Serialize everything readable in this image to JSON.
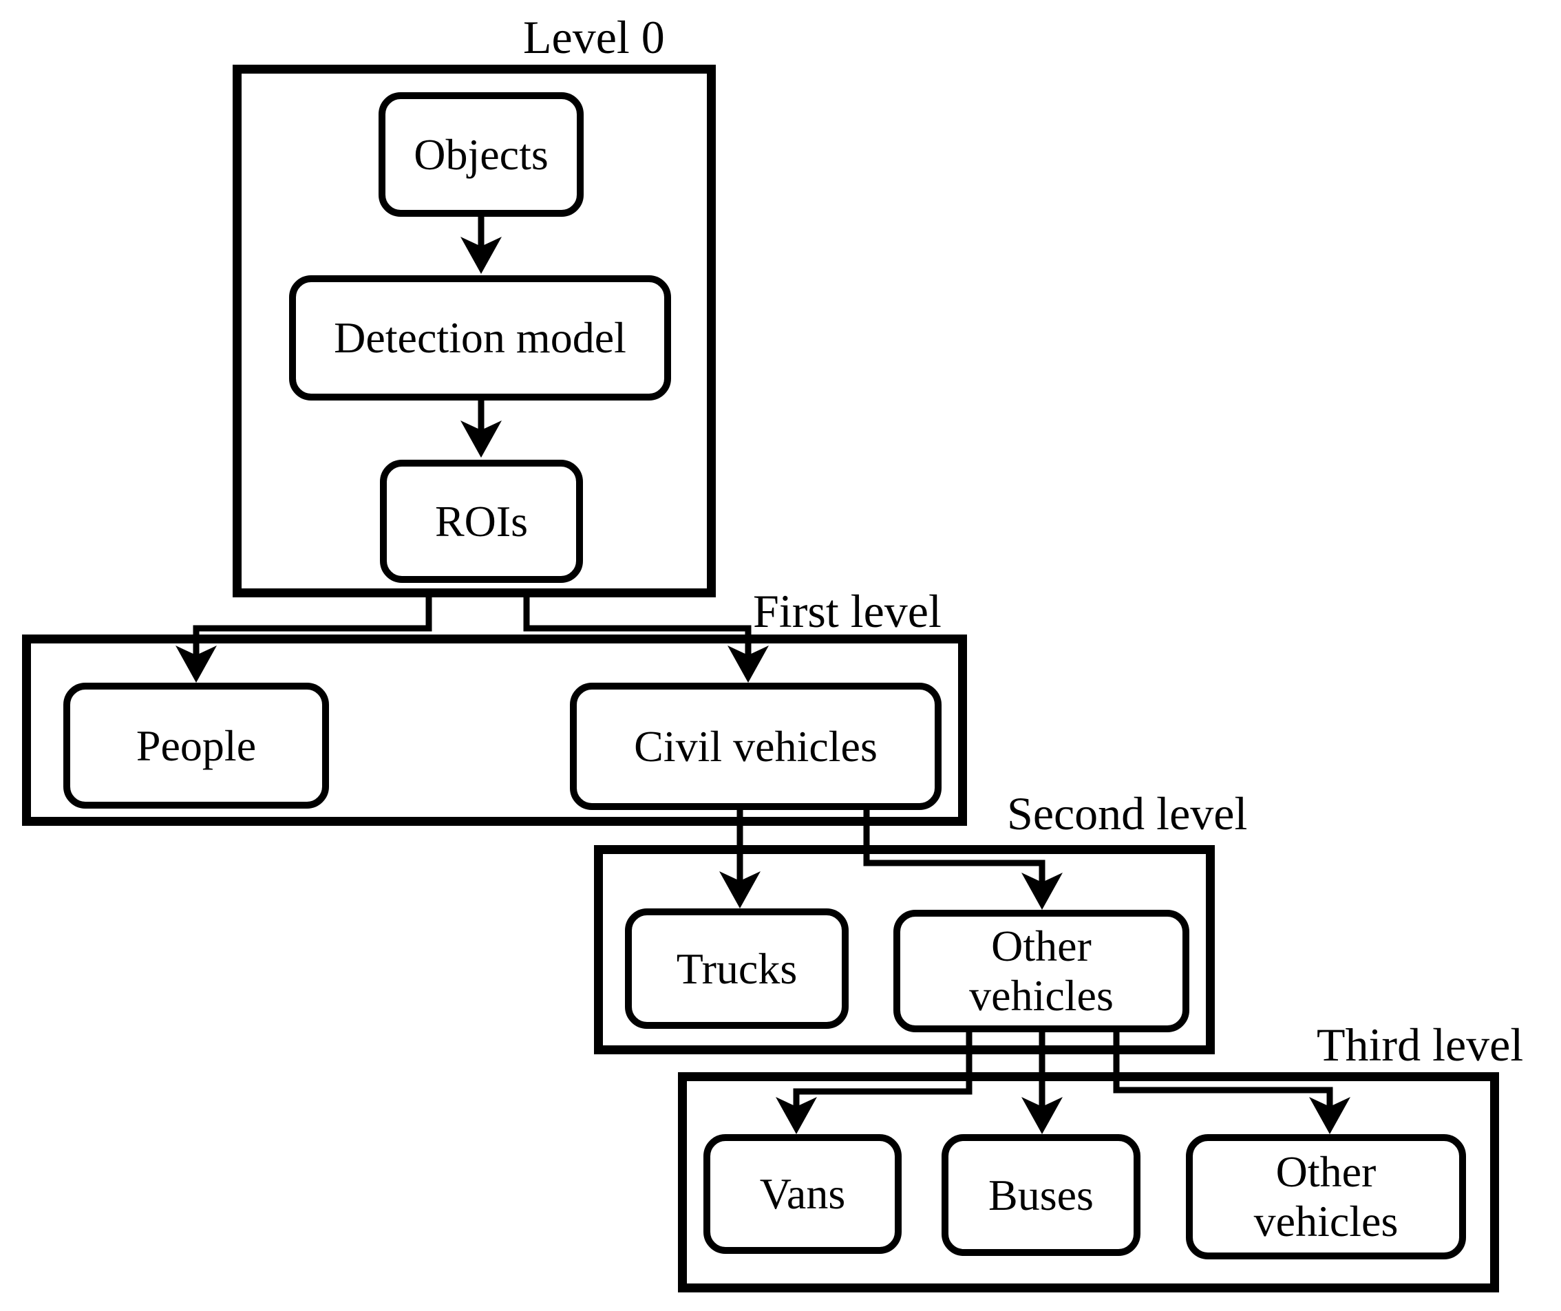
{
  "page": {
    "background_color": "#ffffff",
    "line_color": "#000000"
  },
  "diagram": {
    "levels": [
      {
        "label": "Level 0",
        "nodes": [
          {
            "label": "Objects"
          },
          {
            "label": "Detection model"
          },
          {
            "label": "ROIs"
          }
        ]
      },
      {
        "label": "First level",
        "nodes": [
          {
            "label": "People"
          },
          {
            "label": "Civil vehicles"
          }
        ]
      },
      {
        "label": "Second level",
        "nodes": [
          {
            "label": "Trucks"
          },
          {
            "label": "Other vehicles"
          }
        ]
      },
      {
        "label": "Third level",
        "nodes": [
          {
            "label": "Vans"
          },
          {
            "label": "Buses"
          },
          {
            "label": "Other vehicles"
          }
        ]
      }
    ],
    "edges": [
      {
        "from": "Objects",
        "to": "Detection model"
      },
      {
        "from": "Detection model",
        "to": "ROIs"
      },
      {
        "from": "ROIs",
        "to": "People"
      },
      {
        "from": "ROIs",
        "to": "Civil vehicles"
      },
      {
        "from": "Civil vehicles",
        "to": "Trucks"
      },
      {
        "from": "Civil vehicles",
        "to": "Other vehicles"
      },
      {
        "from": "Other vehicles",
        "to": "Vans"
      },
      {
        "from": "Other vehicles",
        "to": "Buses"
      },
      {
        "from": "Other vehicles",
        "to": "Other vehicles"
      }
    ]
  }
}
